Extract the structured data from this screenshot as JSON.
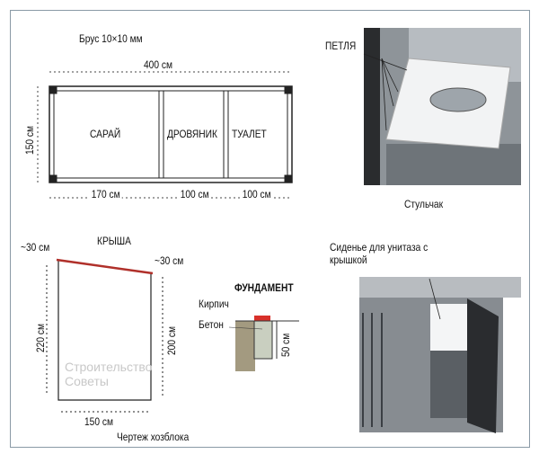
{
  "plan": {
    "title": "Брус 10×10 мм",
    "length": "400 см",
    "width": "150 см",
    "rooms": [
      {
        "label": "САРАЙ",
        "size": "170 см"
      },
      {
        "label": "ДРОВЯНИК",
        "size": "100 см"
      },
      {
        "label": "ТУАЛЕТ",
        "size": "100 см"
      }
    ]
  },
  "side": {
    "roof_label": "КРЫША",
    "overhang_left": "~30 см",
    "overhang_right": "~30 см",
    "height_front": "220 см",
    "height_back": "200 см",
    "depth": "150 см",
    "caption": "Чертеж хозблока"
  },
  "foundation": {
    "title": "ФУНДАМЕНТ",
    "brick": "Кирпич",
    "concrete": "Бетон",
    "depth": "50 см",
    "colors": {
      "brick": "#d8302a",
      "soil": "#a39a80",
      "concrete": "#c9cfc0"
    }
  },
  "photos": {
    "seat_hinge": "ПЕТЛЯ",
    "seat_caption": "Стульчак",
    "toilet_seat_label": "Сиденье для унитаза с крышкой"
  },
  "watermark": {
    "line1": "Строительство",
    "line2": "Советы"
  },
  "roof_color": "#b0302a"
}
